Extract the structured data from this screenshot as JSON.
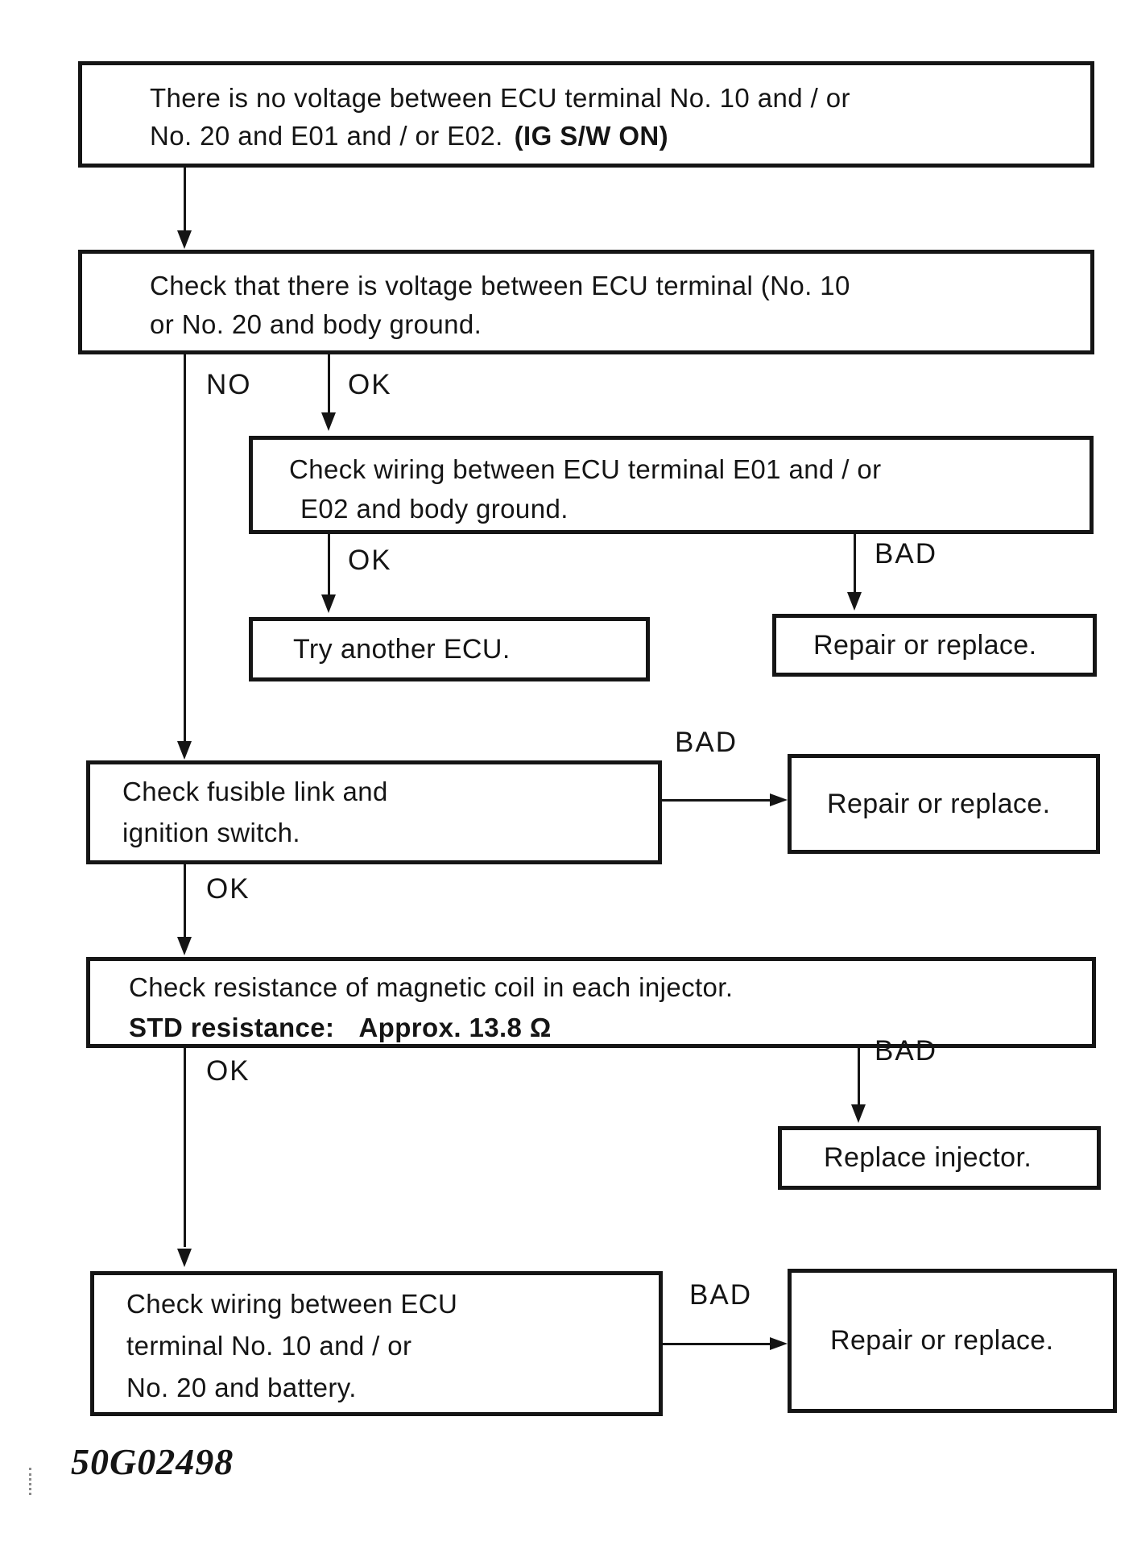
{
  "colors": {
    "ink": "#151515",
    "paper": "#ffffff"
  },
  "labels": {
    "no": "NO",
    "ok": "OK",
    "bad": "BAD"
  },
  "boxes": {
    "no_voltage": {
      "line1": "There is no voltage between ECU terminal No. 10 and / or",
      "line2": "No. 20 and E01 and / or E02.",
      "line2_bold": "(IG S/W ON)"
    },
    "check_voltage": {
      "line1": "Check that there is voltage between ECU terminal (No. 10",
      "line2": "or No. 20 and body ground."
    },
    "check_wiring_ground": {
      "line1": "Check wiring between ECU terminal E01 and / or",
      "line2": "E02 and body ground."
    },
    "try_another_ecu": {
      "line1": "Try another ECU."
    },
    "repair_or_replace_1": {
      "line1": "Repair or replace."
    },
    "check_fusible_link": {
      "line1": "Check fusible link and",
      "line2": "ignition switch."
    },
    "repair_or_replace_2": {
      "line1": "Repair or replace."
    },
    "check_injector_resistance": {
      "line1": "Check resistance of magnetic coil in each injector.",
      "std_label": "STD resistance:",
      "std_value": "Approx. 13.8 Ω"
    },
    "replace_injector": {
      "line1": "Replace injector."
    },
    "check_wiring_battery": {
      "line1": "Check wiring between ECU",
      "line2": "terminal No. 10 and / or",
      "line3": "No. 20 and battery."
    },
    "repair_or_replace_3": {
      "line1": "Repair or replace."
    }
  },
  "footer": {
    "figure_code": "50G02498"
  }
}
